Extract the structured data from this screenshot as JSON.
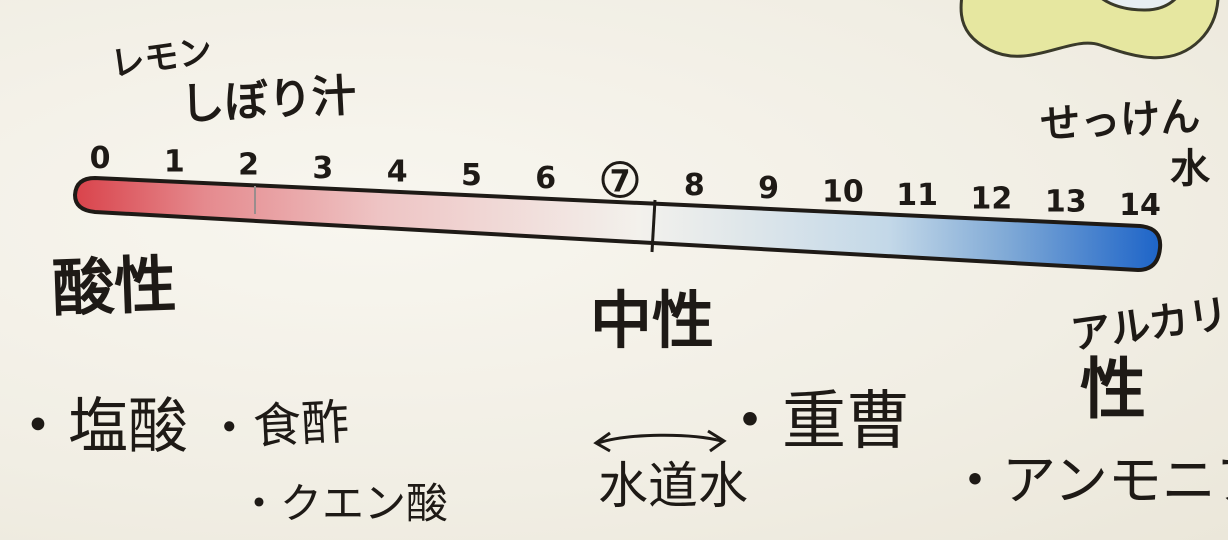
{
  "header": {
    "lemon_line1": "レモン",
    "lemon_line2": "しぼり汁",
    "soap_line1": "せっけん",
    "soap_line2": "水"
  },
  "scale": {
    "ticks": [
      "0",
      "1",
      "2",
      "3",
      "4",
      "5",
      "6",
      "7",
      "8",
      "9",
      "10",
      "11",
      "12",
      "13",
      "14"
    ],
    "neutral_tick": "7",
    "colors": {
      "acid": "#d9434b",
      "neutral": "#f3f1ec",
      "alkali": "#1d64c8"
    }
  },
  "regions": {
    "acidic": "酸性",
    "neutral": "中性",
    "alkaline_line1": "アルカリ",
    "alkaline_line2": "性"
  },
  "examples": {
    "hydrochloric_acid": "・塩酸",
    "vinegar": "・食酢",
    "citric_acid": "・クエン酸",
    "baking_soda": "・重曹",
    "tap_water": "水道水",
    "ammonia": "・アンモニア"
  }
}
